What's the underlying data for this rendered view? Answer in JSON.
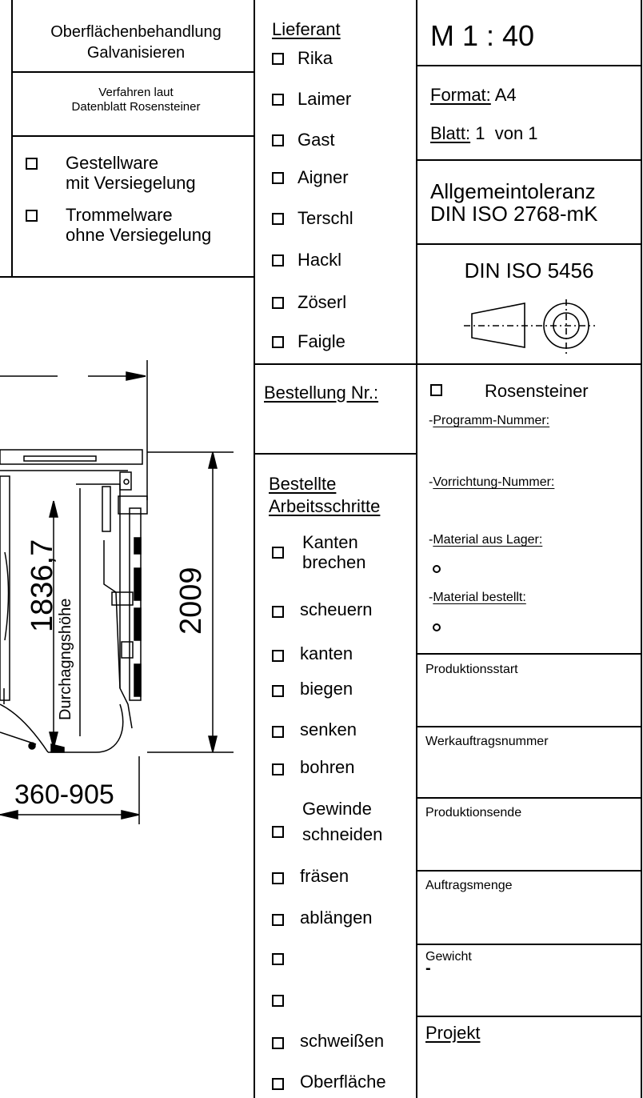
{
  "surface": {
    "title_line1": "Oberflächenbehandlung",
    "title_line2": "Galvanisieren",
    "process_line1": "Verfahren laut",
    "process_line2": "Datenblatt Rosensteiner",
    "opt1_line1": "Gestellware",
    "opt1_line2": "mit Versiegelung",
    "opt2_line1": "Trommelware",
    "opt2_line2": "ohne Versiegelung"
  },
  "supplier": {
    "heading": "Lieferant",
    "items": [
      "Rika",
      "Laimer",
      "Gast",
      "Aigner",
      "Terschl",
      "Hackl",
      "Zöserl",
      "Faigle"
    ]
  },
  "order": {
    "heading": "Bestellung Nr.:"
  },
  "steps": {
    "heading_line1": "Bestellte",
    "heading_line2": "Arbeitsschritte",
    "s1_line1": "Kanten",
    "s1_line2": "brechen",
    "s2": "scheuern",
    "s3": "kanten",
    "s4": "biegen",
    "s5": "senken",
    "s6": "bohren",
    "s7_line1": "Gewinde",
    "s7_line2": "schneiden",
    "s8": "fräsen",
    "s9": "ablängen",
    "s12": "schweißen",
    "s13": "Oberfläche"
  },
  "title_block": {
    "scale": "M 1 : 40",
    "format_label": "Format:",
    "format_value": "A4",
    "sheet_label": "Blatt:",
    "sheet_value": "1  von 1",
    "tol_line1": "Allgemeintoleranz",
    "tol_line2": "DIN ISO 2768-mK",
    "projection": "DIN ISO 5456"
  },
  "rosensteiner": {
    "heading": "Rosensteiner",
    "prog_prefix": "-",
    "prog_label": "Programm-Nummer:",
    "fixture_prefix": "-",
    "fixture_label": "Vorrichtung-Nummer:",
    "stock_prefix": "-",
    "stock_label": "Material aus Lager:",
    "ordered_prefix": "-",
    "ordered_label": "Material bestellt:"
  },
  "production": {
    "start": "Produktionsstart",
    "order_no": "Werkauftragsnummer",
    "end": "Produktionsende",
    "quantity": "Auftragsmenge",
    "weight": "Gewicht",
    "weight_value": "-",
    "project": "Projekt"
  },
  "drawing": {
    "dim_height": "1836,7",
    "dim_height_label": "Durchagngshöhe",
    "dim_total": "2009",
    "dim_width": "360-905"
  }
}
